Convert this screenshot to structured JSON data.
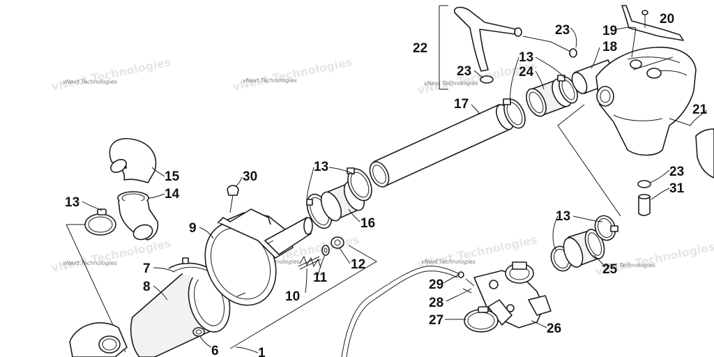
{
  "watermark": {
    "text": "vNext Technologies"
  },
  "callouts": {
    "c1": "1",
    "c6": "6",
    "c7": "7",
    "c8": "8",
    "c9": "9",
    "c10": "10",
    "c11": "11",
    "c12": "12",
    "c13a": "13",
    "c13b": "13",
    "c13c": "13",
    "c13d": "13",
    "c14": "14",
    "c15": "15",
    "c16": "16",
    "c17": "17",
    "c18": "18",
    "c19": "19",
    "c20": "20",
    "c21": "21",
    "c22": "22",
    "c23a": "23",
    "c23b": "23",
    "c23c": "23",
    "c24": "24",
    "c25": "25",
    "c26": "26",
    "c27": "27",
    "c28": "28",
    "c29": "29",
    "c30": "30",
    "c31": "31"
  }
}
